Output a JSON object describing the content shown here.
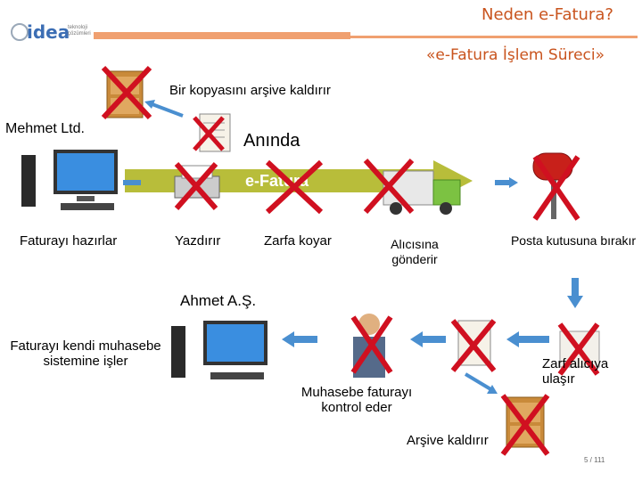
{
  "header": {
    "title": "Neden e-Fatura?",
    "subtitle": "«e-Fatura İşlem Süreci»",
    "logo_text": "idea",
    "logo_tag": "teknoloji çözümleri"
  },
  "steps": {
    "archive_copy": "Bir kopyasını arşive kaldırır",
    "sender": "Mehmet Ltd.",
    "instant": "Anında",
    "band": "e-Fatura",
    "prepare": "Faturayı hazırlar",
    "print": "Yazdırır",
    "envelope": "Zarfa koyar",
    "send": "Alıcısına gönderir",
    "mailbox": "Posta kutusuna bırakır",
    "receiver": "Ahmet A.Ş.",
    "process": "Faturayı kendi muhasebe sistemine işler",
    "envelope_reach": "Zarf alıcıya ulaşır",
    "check": "Muhasebe faturayı kontrol eder",
    "archive": "Arşive kaldırır"
  },
  "footer": {
    "page": "5 / 111"
  },
  "colors": {
    "accent": "#c9541e",
    "band": "#b8bd3a",
    "arrow": "#4a8fd0",
    "cross": "#d01020"
  }
}
